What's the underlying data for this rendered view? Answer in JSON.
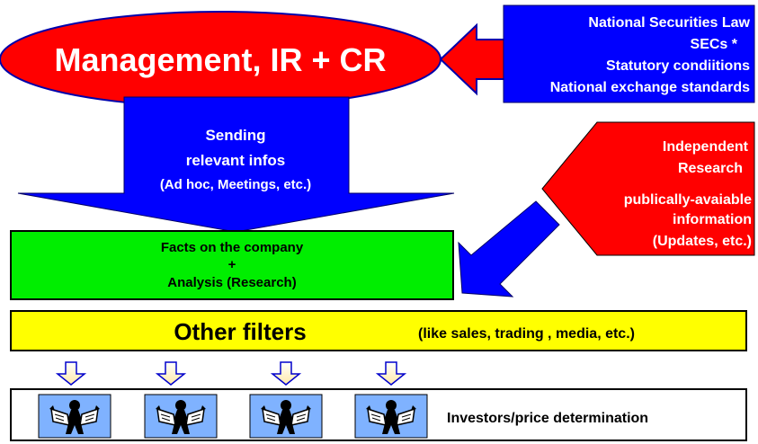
{
  "management": {
    "label": "Management, IR + CR"
  },
  "regulation": {
    "lines": [
      "National Securities Law",
      "SECs  *",
      "Statutory condiitions",
      "National exchange standards"
    ]
  },
  "sending": {
    "lines": [
      "Sending",
      "relevant infos",
      "(Ad hoc, Meetings, etc.)"
    ]
  },
  "research": {
    "lines": [
      "Independent",
      "Research",
      "publically-avaiable",
      "information",
      "(Updates, etc.)"
    ]
  },
  "facts": {
    "lines": [
      "Facts on the company",
      "+",
      "Analysis (Research)"
    ]
  },
  "filters": {
    "title": "Other filters",
    "subtitle": "(like sales,  trading , media, etc.)"
  },
  "investors": {
    "label": "Investors/price determination",
    "count": 4
  },
  "colors": {
    "red": "#ff0000",
    "blue": "#0000ff",
    "green": "#00ee00",
    "yellow": "#ffff00",
    "investor_bg": "#7fb2ff"
  }
}
